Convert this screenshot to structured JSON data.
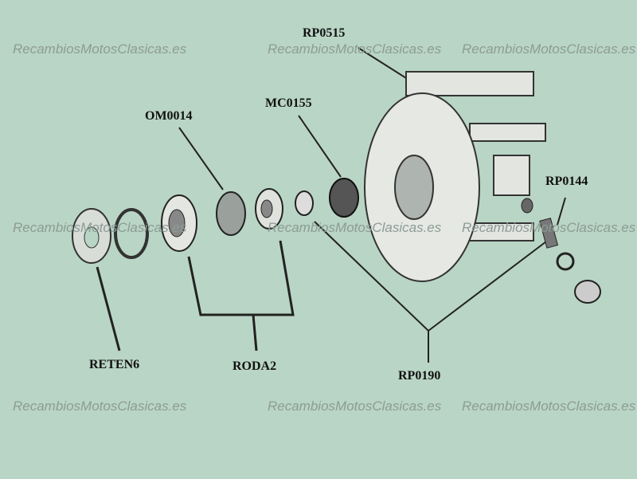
{
  "watermark": "RecambiosMotosClasicas.es",
  "labels": {
    "rp0515": "RP0515",
    "mc0155": "MC0155",
    "om0014": "OM0014",
    "rp0144": "RP0144",
    "reten6": "RETEN6",
    "roda2": "RODA2",
    "rp0190": "RP0190"
  }
}
